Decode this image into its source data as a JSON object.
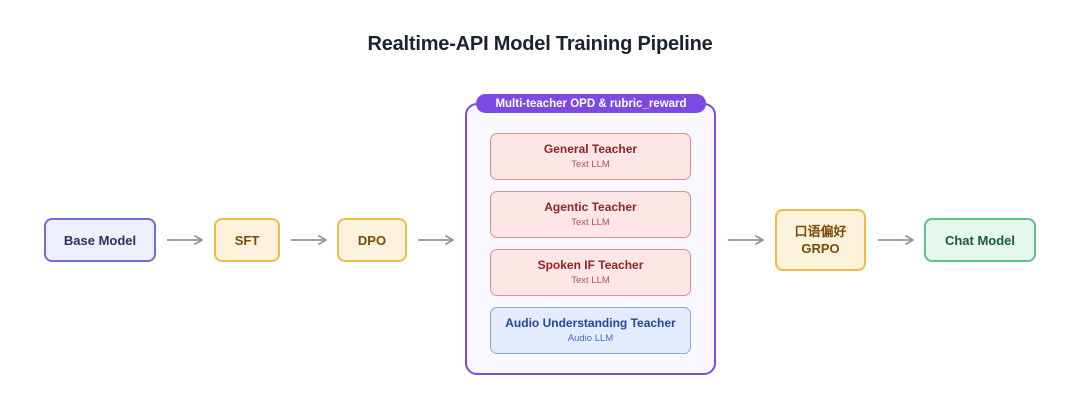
{
  "title": "Realtime-API Model Training Pipeline",
  "nodes": {
    "base": "Base Model",
    "sft": "SFT",
    "dpo": "DPO",
    "grpo_line1": "口语偏好",
    "grpo_line2": "GRPO",
    "chat": "Chat Model"
  },
  "group": {
    "label": "Multi-teacher OPD & rubric_reward",
    "teachers": [
      {
        "name": "General Teacher",
        "type": "Text LLM"
      },
      {
        "name": "Agentic Teacher",
        "type": "Text LLM"
      },
      {
        "name": "Spoken IF Teacher",
        "type": "Text LLM"
      },
      {
        "name": "Audio Understanding Teacher",
        "type": "Audio LLM"
      }
    ]
  },
  "colors": {
    "arrow": "#8d95a4",
    "group_border": "#7c49e2",
    "base_border": "#6f6cd6",
    "stage_border": "#f0bb4a",
    "chat_border": "#5cc48c",
    "text_teacher_border": "#e58b8b",
    "audio_teacher_border": "#86a8ea"
  }
}
